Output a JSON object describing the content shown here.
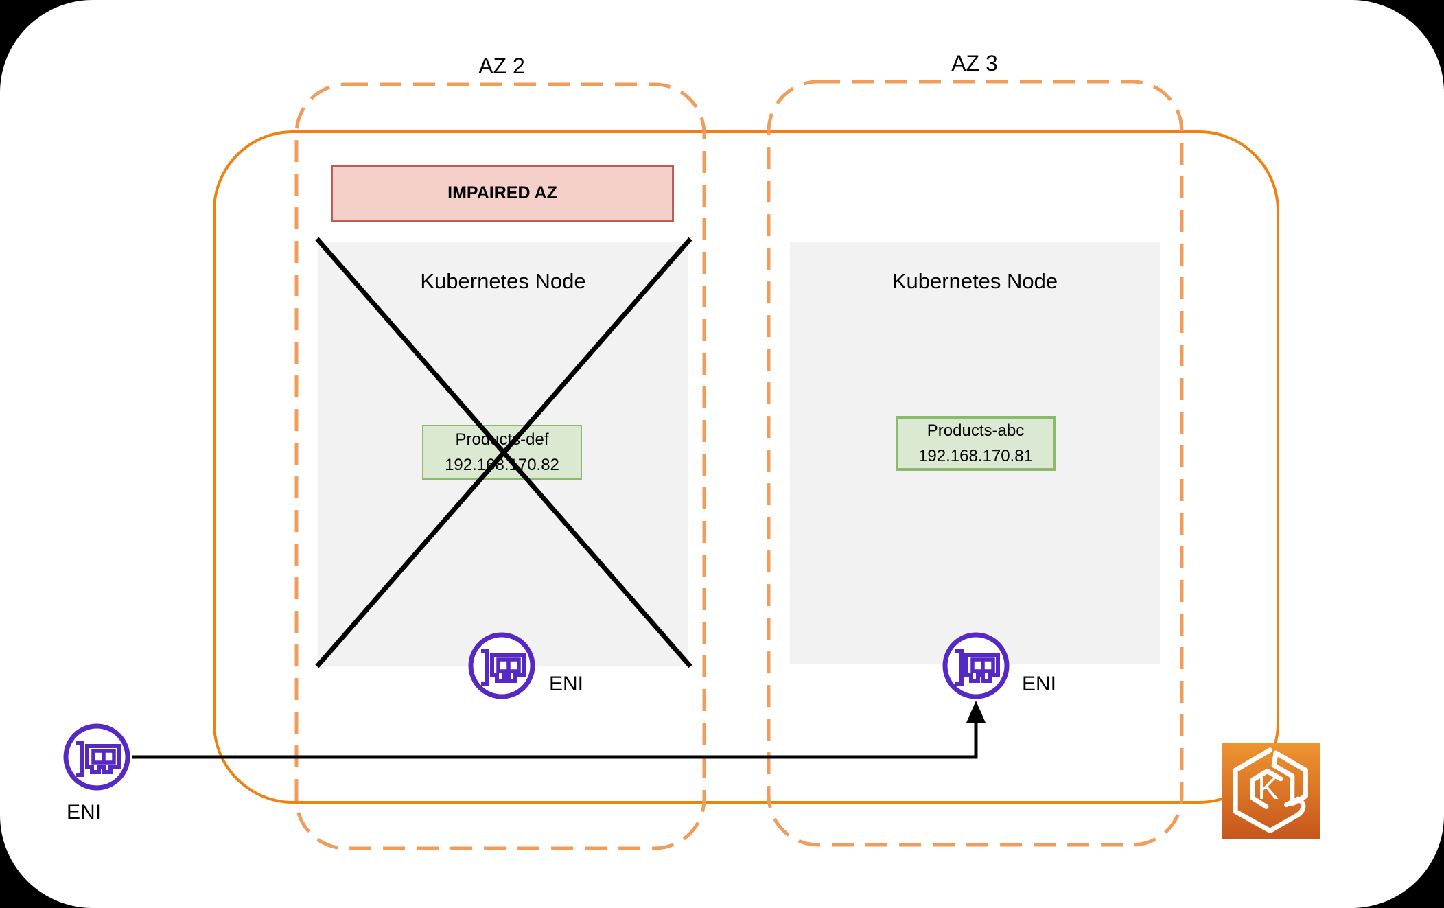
{
  "az_labels": {
    "az2": "AZ 2",
    "az3": "AZ 3"
  },
  "banner": {
    "label": "IMPAIRED AZ"
  },
  "nodes": [
    {
      "title": "Kubernetes Node",
      "pod_name": "Products-def",
      "pod_ip": "192.168.170.82",
      "eni_label": "ENI"
    },
    {
      "title": "Kubernetes Node",
      "pod_name": "Products-abc",
      "pod_ip": "192.168.170.81",
      "eni_label": "ENI"
    }
  ],
  "external_eni": {
    "label": "ENI"
  },
  "eks_icon": {
    "letter": "K"
  },
  "icons": {
    "eni": "elastic-network-interface-icon",
    "eks": "amazon-eks-icon",
    "cross": "failure-cross-icon",
    "arrow": "eni-attach-arrow"
  },
  "colors": {
    "az_dashed_orange": "#F09C5A",
    "cluster_solid_orange": "#F0810F",
    "node_fill": "#F2F2F2",
    "pod_fill": "#DBE9D3",
    "pod_border": "#8ABB6C",
    "banner_fill": "#F5CFCA",
    "banner_border": "#BE5B55",
    "eni_purple": "#5628C4",
    "line_black": "#000000"
  }
}
